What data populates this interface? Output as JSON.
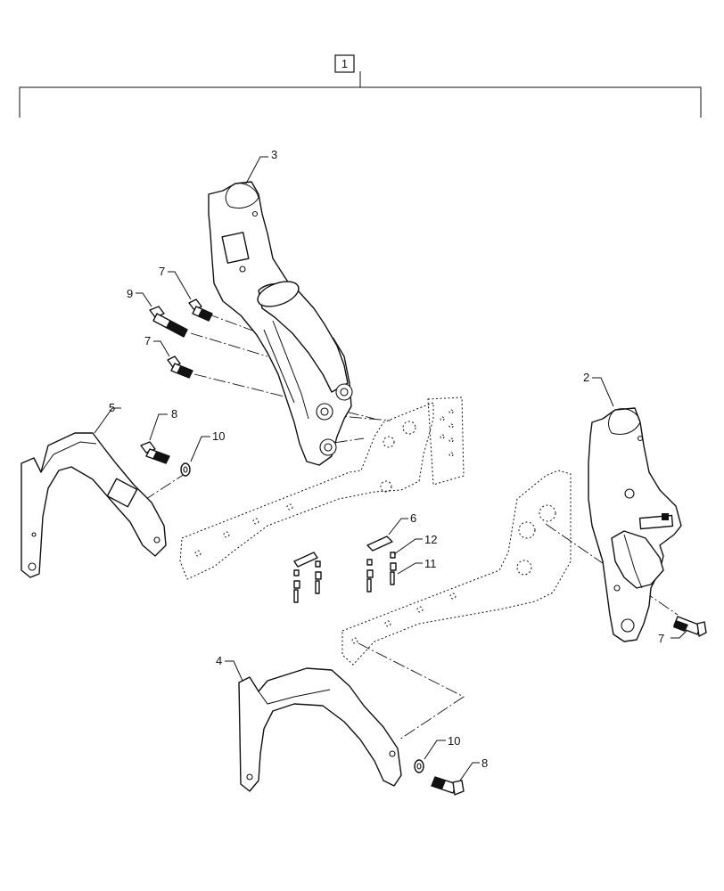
{
  "assembly_callout": "1",
  "callouts": {
    "frame_right": "2",
    "frame_left": "3",
    "bracket_lower": "4",
    "bracket_upper": "5",
    "plate": "6",
    "bolt_7_a": "7",
    "bolt_7_b": "7",
    "bolt_7_c": "7",
    "bolt_8_a": "8",
    "bolt_8_b": "8",
    "bolt_9": "9",
    "washer_10_a": "10",
    "washer_10_b": "10",
    "screw_11": "11",
    "nut_12": "12"
  }
}
